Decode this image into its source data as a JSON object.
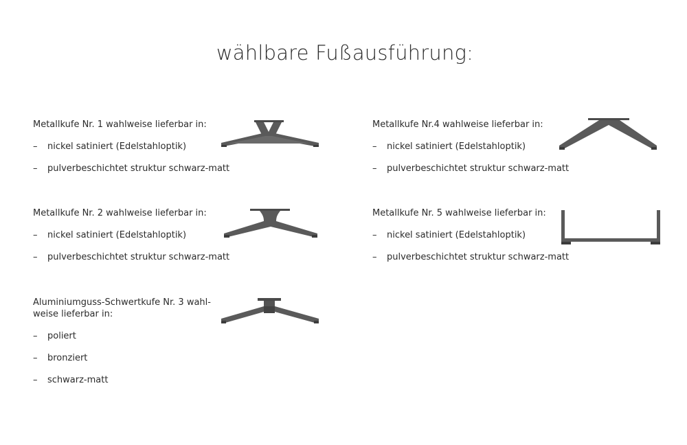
{
  "title": "wählbare Fußausführung:",
  "options": [
    {
      "heading": "Metallkufe Nr. 1 wahlweise lieferbar in:",
      "items": [
        "nickel satiniert (Edelstahloptik)",
        "pulverbeschichtet struktur schwarz-matt"
      ],
      "image": "metallkufe-1-drawing"
    },
    {
      "heading": "Metallkufe Nr. 2 wahlweise lieferbar in:",
      "items": [
        "nickel satiniert (Edelstahloptik)",
        "pulverbeschichtet struktur schwarz-matt"
      ],
      "image": "metallkufe-2-drawing"
    },
    {
      "heading": "Aluminiumguss-Schwertkufe Nr. 3 wahl-\nweise lieferbar in:",
      "items": [
        "poliert",
        "bronziert",
        "schwarz-matt"
      ],
      "image": "schwertkufe-3-drawing"
    },
    {
      "heading": "Metallkufe Nr.4 wahlweise lieferbar in:",
      "items": [
        "nickel satiniert (Edelstahloptik)",
        "pulverbeschichtet struktur schwarz-matt"
      ],
      "image": "metallkufe-4-drawing"
    },
    {
      "heading": "Metallkufe Nr. 5 wahlweise lieferbar in:",
      "items": [
        "nickel satiniert (Edelstahloptik)",
        "pulverbeschichtet struktur schwarz-matt"
      ],
      "image": "metallkufe-5-drawing"
    }
  ],
  "bullet": "–",
  "colors": {
    "foot_fill": "#5a5a5a",
    "foot_dark": "#3c3c3c",
    "text": "#2b2b2b"
  }
}
